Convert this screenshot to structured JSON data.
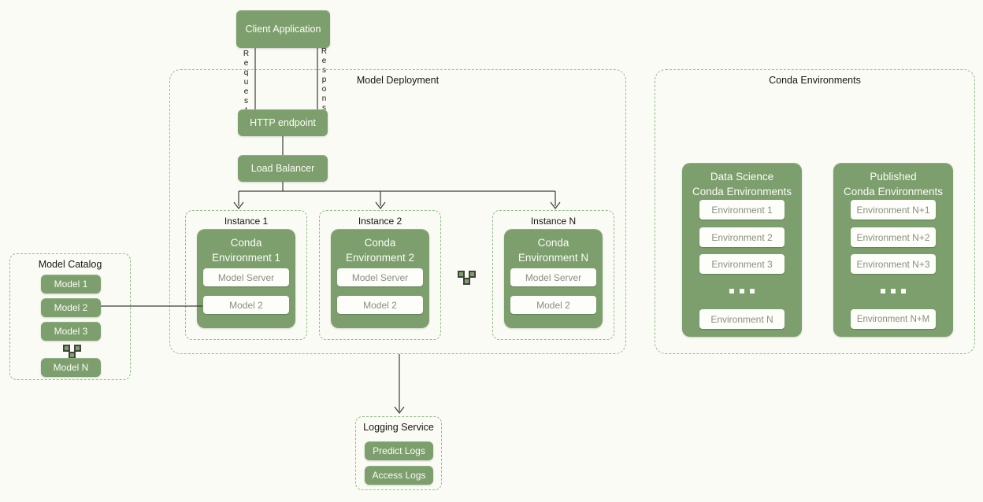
{
  "diagram": {
    "client_application": "Client Application",
    "request_label": "Request",
    "response_label": "Response"
  },
  "model_deployment": {
    "title": "Model Deployment",
    "http_endpoint": "HTTP endpoint",
    "load_balancer": "Load Balancer",
    "instances": [
      {
        "label": "Instance 1",
        "env_line1": "Conda",
        "env_line2": "Environment 1",
        "model_server": "Model Server",
        "model": "Model 2"
      },
      {
        "label": "Instance 2",
        "env_line1": "Conda",
        "env_line2": "Environment 2",
        "model_server": "Model Server",
        "model": "Model 2"
      },
      {
        "label": "Instance N",
        "env_line1": "Conda",
        "env_line2": "Environment N",
        "model_server": "Model Server",
        "model": "Model 2"
      }
    ]
  },
  "model_catalog": {
    "title": "Model Catalog",
    "models": [
      "Model 1",
      "Model 2",
      "Model 3",
      "Model N"
    ]
  },
  "conda_environments": {
    "title": "Conda Environments",
    "groups": [
      {
        "title_line1": "Data Science",
        "title_line2": "Conda Environments",
        "environments": [
          "Environment 1",
          "Environment 2",
          "Environment 3",
          "Environment N"
        ]
      },
      {
        "title_line1": "Published",
        "title_line2": "Conda Environments",
        "environments": [
          "Environment N+1",
          "Environment N+2",
          "Environment N+3",
          "Environment N+M"
        ]
      }
    ]
  },
  "logging_service": {
    "title": "Logging Service",
    "items": [
      "Predict Logs",
      "Access Logs"
    ]
  },
  "icons": {
    "ellipsis_dark": "ellipsis-squares-icon",
    "ellipsis_white": "ellipsis-squares-icon"
  },
  "colors": {
    "box_green": "#7C9F6D",
    "dashed_border_green": "#92BD8C",
    "background": "#FBFBF5",
    "muted_box_text": "#8B9080",
    "connector": "#3C3C3C"
  }
}
